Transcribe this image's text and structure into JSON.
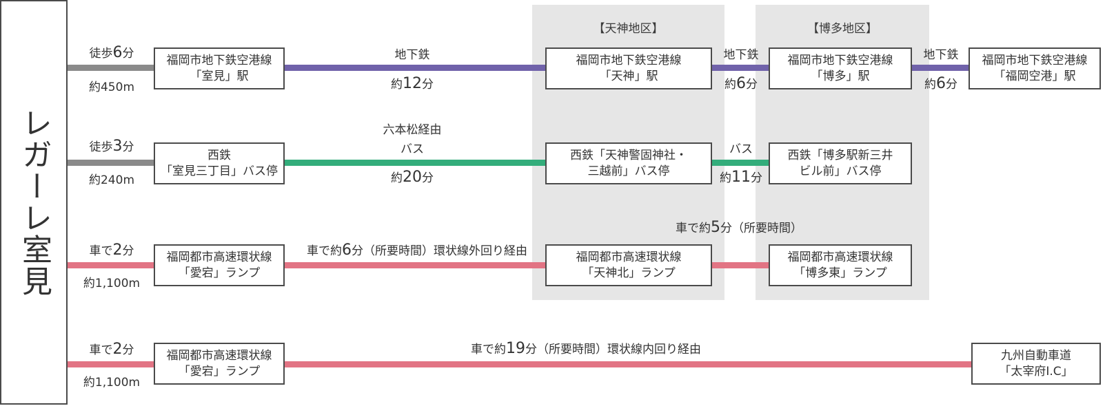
{
  "origin": "レガーレ室見",
  "areas": {
    "tenjin": "【天神地区】",
    "hakata": "【博多地区】"
  },
  "colors": {
    "walk": "#8a8a8a",
    "subway": "#7062aa",
    "bus": "#33ad7b",
    "car": "#e27484",
    "area_bg": "#e6e6e6"
  },
  "row1": {
    "access_a": "徒歩",
    "access_b": "6",
    "access_c": "分",
    "access_dist": "約450m",
    "box1": [
      "福岡市地下鉄空港線",
      "「室見」駅"
    ],
    "leg1_mode": "地下鉄",
    "leg1_a": "約",
    "leg1_b": "12",
    "leg1_c": "分",
    "box2": [
      "福岡市地下鉄空港線",
      "「天神」駅"
    ],
    "leg2_mode": "地下鉄",
    "leg2_a": "約",
    "leg2_b": "6",
    "leg2_c": "分",
    "box3": [
      "福岡市地下鉄空港線",
      "「博多」駅"
    ],
    "leg3_mode": "地下鉄",
    "leg3_a": "約",
    "leg3_b": "6",
    "leg3_c": "分",
    "box4": [
      "福岡市地下鉄空港線",
      "「福岡空港」駅"
    ]
  },
  "row2": {
    "access_a": "徒歩",
    "access_b": "3",
    "access_c": "分",
    "access_dist": "約240m",
    "box1": [
      "西鉄",
      "「室見三丁目」バス停"
    ],
    "leg1_via": "六本松経由",
    "leg1_mode": "バス",
    "leg1_a": "約",
    "leg1_b": "20",
    "leg1_c": "分",
    "box2": [
      "西鉄「天神警固神社・",
      "三越前」バス停"
    ],
    "leg2_mode": "バス",
    "leg2_a": "約",
    "leg2_b": "11",
    "leg2_c": "分",
    "box3": [
      "西鉄「博多駅新三井",
      "ビル前」バス停"
    ]
  },
  "row3": {
    "access_a": "車で",
    "access_b": "2",
    "access_c": "分",
    "access_dist": "約1,100m",
    "box1": [
      "福岡都市高速環状線",
      "「愛宕」ランプ"
    ],
    "leg1_a": "車で約",
    "leg1_b": "6",
    "leg1_c": "分（所要時間）環状線外回り経由",
    "box2": [
      "福岡都市高速環状線",
      "「天神北」ランプ"
    ],
    "leg2_a": "車で約",
    "leg2_b": "5",
    "leg2_c": "分（所要時間）",
    "box3": [
      "福岡都市高速環状線",
      "「博多東」ランプ"
    ]
  },
  "row4": {
    "access_a": "車で",
    "access_b": "2",
    "access_c": "分",
    "access_dist": "約1,100m",
    "box1": [
      "福岡都市高速環状線",
      "「愛宕」ランプ"
    ],
    "leg1_a": "車で約",
    "leg1_b": "19",
    "leg1_c": "分（所要時間）環状線内回り経由",
    "box2": [
      "九州自動車道",
      "「太宰府I.C」"
    ]
  }
}
